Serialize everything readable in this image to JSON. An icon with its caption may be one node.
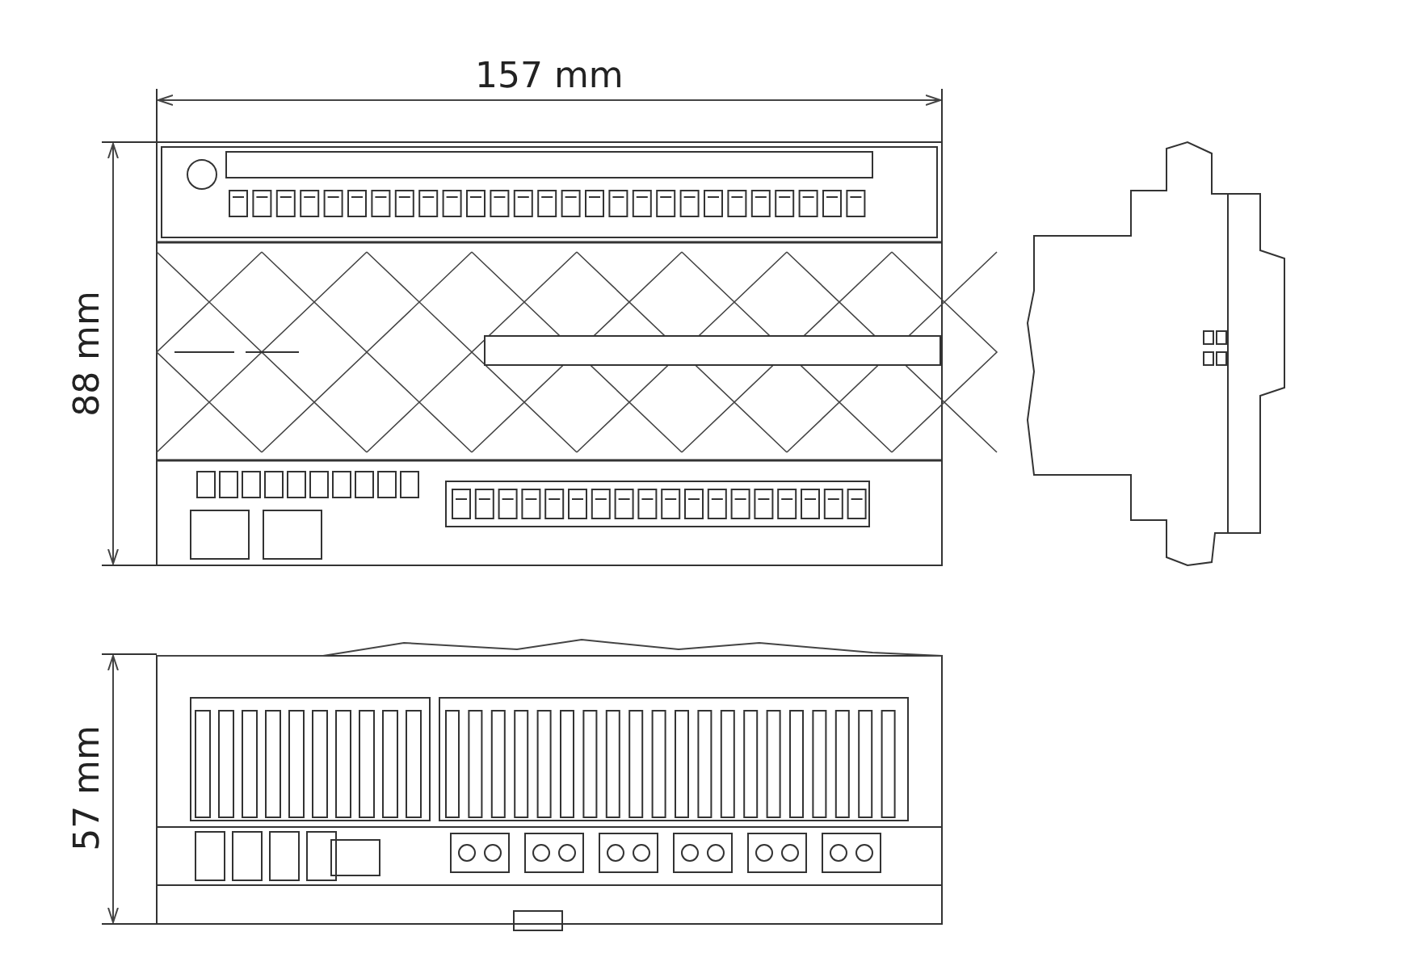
{
  "diagram": {
    "labels": [
      "157 mm",
      "88 mm",
      "57 mm"
    ]
  }
}
